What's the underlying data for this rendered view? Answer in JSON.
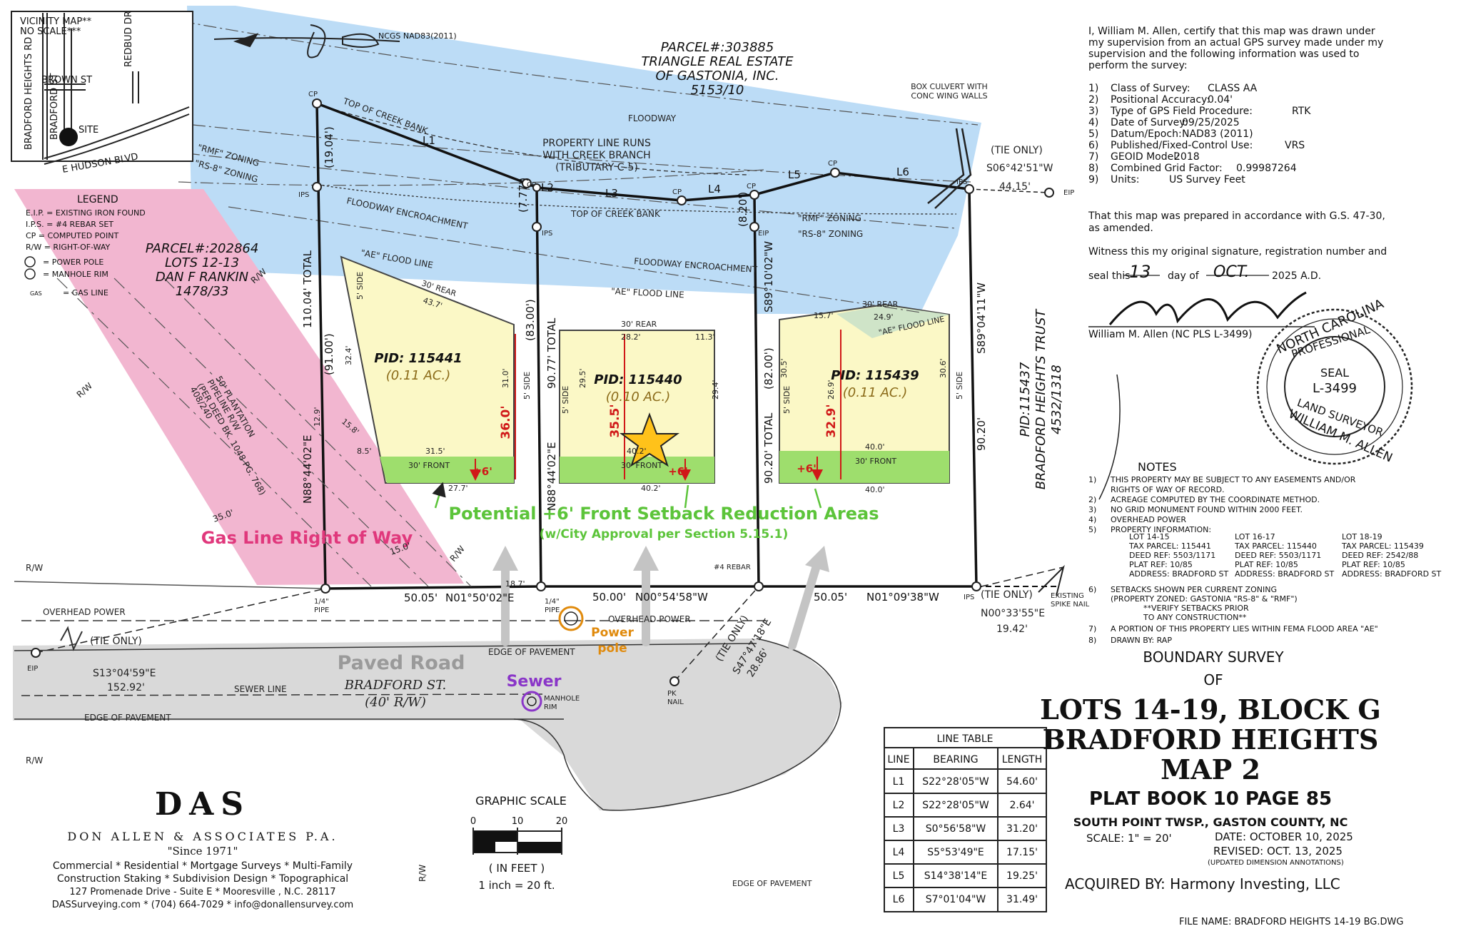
{
  "vicinity": {
    "title": "VICINITY MAP**",
    "scale": "NO SCALE***",
    "streets": [
      "BRADFORD HEIGHTS RD",
      "BRADFORD ST",
      "BROWN ST",
      "REDBUD DR",
      "E HUDSON BLVD"
    ],
    "site": "SITE"
  },
  "north_arrow": {
    "label": "NCGS NAD83(2011)"
  },
  "legend": {
    "title": "LEGEND",
    "items": [
      "E.I.P. = EXISTING IRON FOUND",
      "I.P.S. = #4 REBAR SET",
      "CP = COMPUTED POINT",
      "R/W = RIGHT-OF-WAY",
      "= POWER POLE",
      "= MANHOLE RIM",
      "= GAS LINE"
    ],
    "gas_symbol": "GAS"
  },
  "parcels": {
    "north": [
      "PARCEL#:303885",
      "TRIANGLE REAL ESTATE",
      "OF GASTONIA, INC.",
      "5153/10"
    ],
    "west": [
      "PARCEL#:202864",
      "LOTS 12-13",
      "DAN F RANKIN",
      "1478/33"
    ],
    "east": [
      "PID:115437",
      "BRADFORD HEIGHTS TRUST",
      "4532/1318"
    ]
  },
  "lots": [
    {
      "pid": "PID: 115441",
      "area": "(0.11 AC.)",
      "depth": "36.0'"
    },
    {
      "pid": "PID: 115440",
      "area": "(0.10 AC.)",
      "depth": "35.5'"
    },
    {
      "pid": "PID: 115439",
      "area": "(0.11 AC.)",
      "depth": "32.9'"
    }
  ],
  "lot_dims": [
    "30' REAR",
    "43.7'",
    "32.4'",
    "31.0'",
    "5' SIDE",
    "12.9'",
    "15.8'",
    "8.5'",
    "31.5'",
    "30' FRONT",
    "27.7'",
    "30' REAR",
    "28.2'",
    "11.3'",
    "5' SIDE",
    "29.5'",
    "29.4'",
    "5' SIDE",
    "40.2'",
    "30' FRONT",
    "40.2'",
    "30' REAR",
    "24.9'",
    "15.7'",
    "5' SIDE",
    "30.5'",
    "26.9'",
    "30.6'",
    "5' SIDE",
    "40.0'",
    "30' FRONT",
    "40.0'",
    "18.7'",
    "\"AE\" FLOOD LINE"
  ],
  "plus6": "+6'",
  "annotations": {
    "setback_title": "Potential +6' Front Setback Reduction Areas",
    "setback_sub": "(w/City Approval per Section 5.15.1)",
    "gas_row": "Gas Line Right of Way",
    "paved_road": "Paved Road",
    "sewer": "Sewer",
    "power_pole": [
      "Power",
      "pole"
    ]
  },
  "map_labels": {
    "creek": [
      "PROPERTY LINE RUNS",
      "WITH CREEK BRANCH",
      "(TRIBUTARY C-5)"
    ],
    "top_bank": "TOP OF CREEK BANK",
    "floodway": "FLOODWAY",
    "floodway_enc": "FLOODWAY ENCROACHMENT",
    "ae_flood": "\"AE\" FLOOD LINE",
    "rmf": "\"RMF\" ZONING",
    "rs8": "\"RS-8\" ZONING",
    "box_culvert": [
      "BOX CULVERT WITH",
      "CONC WING WALLS"
    ],
    "tie_only": "(TIE ONLY)",
    "tie_bearing_ne": "S06°42'51\"W",
    "tie_dist_ne": "44.15'",
    "overhead_power": "OVERHEAD POWER",
    "edge_pavement": "EDGE OF PAVEMENT",
    "sewer_line": "SEWER LINE",
    "street": "BRADFORD ST.",
    "row_width": "(40' R/W)",
    "manhole": [
      "MANHOLE",
      "RIM"
    ],
    "pk_nail": [
      "PK",
      "NAIL"
    ],
    "rebar": "#4 REBAR",
    "pipe": [
      "1/4\"",
      "PIPE"
    ],
    "existing_spike": [
      "EXISTING",
      "SPIKE NAIL"
    ],
    "rw": "R/W",
    "eip": "EIP",
    "ips": "IPS",
    "cp": "CP",
    "tie_sw_bearing": "S13°04'59\"E",
    "tie_sw_dist": "152.92'",
    "tie_mid_bearing": "S47°47'18\"E",
    "tie_mid_dist": "28.86'",
    "tie_se_bearing": "N00°33'55\"E",
    "tie_se_dist": "19.42'",
    "pipeline": [
      "50' PLANTATION",
      "PIPELINE R/W",
      "(PER DEED BK. 1048 PG. 768)",
      "408/240"
    ],
    "gas_dims": [
      "35.0'",
      "15.0'"
    ]
  },
  "boundary": {
    "north_lines": [
      "L1",
      "L2",
      "L3",
      "L4",
      "L5",
      "L6"
    ],
    "west_total": "110.04' TOTAL",
    "west_seg": [
      "(19.04')",
      "(91.00')"
    ],
    "west_bearing": "N88°44'02\"E",
    "mid1_total": "90.77' TOTAL",
    "mid1_seg": [
      "(7.77')",
      "(83.00')"
    ],
    "mid1_bearing": "N88°44'02\"E",
    "mid2_total": "90.20' TOTAL",
    "mid2_seg": [
      "(8.20')",
      "(82.00')"
    ],
    "mid2_bearing": "S89°10'02\"W",
    "east_bearing": "S89°04'11\"W",
    "east_dist": "90.20'",
    "front": [
      {
        "dist": "50.05'",
        "bearing": "N01°50'02\"E"
      },
      {
        "dist": "50.00'",
        "bearing": "N00°54'58\"W"
      },
      {
        "dist": "50.05'",
        "bearing": "N01°09'38\"W"
      }
    ]
  },
  "certification": {
    "text": [
      "I, William M. Allen, certify that this map was drawn under",
      "my supervision from an actual GPS survey made under my",
      "supervision and the following information was used to",
      "perform the survey:"
    ],
    "items": [
      {
        "n": "1)",
        "label": "Class of Survey:",
        "value": "CLASS AA"
      },
      {
        "n": "2)",
        "label": "Positional Accuracy:",
        "value": "0.04'"
      },
      {
        "n": "3)",
        "label": "Type of GPS Field Procedure:",
        "value": "RTK"
      },
      {
        "n": "4)",
        "label": "Date of Survey:",
        "value": "09/25/2025"
      },
      {
        "n": "5)",
        "label": "Datum/Epoch:",
        "value": "NAD83 (2011)"
      },
      {
        "n": "6)",
        "label": "Published/Fixed-Control Use:",
        "value": "VRS"
      },
      {
        "n": "7)",
        "label": "GEOID Model:",
        "value": "2018"
      },
      {
        "n": "8)",
        "label": "Combined Grid Factor:",
        "value": "0.99987264"
      },
      {
        "n": "9)",
        "label": "Units:",
        "value": "US Survey Feet"
      }
    ],
    "prepared": [
      "That this map was prepared in accordance with G.S. 47-30,",
      "as amended."
    ],
    "witness": "Witness this my original signature, registration number and",
    "seal_prefix": "seal this",
    "seal_day": "13",
    "seal_mid": "day of",
    "seal_month": "OCT.",
    "seal_year": "2025 A.D.",
    "signer": "William M. Allen (NC PLS L-3499)"
  },
  "seal": {
    "top": "NORTH CAROLINA",
    "ring2": "PROFESSIONAL",
    "center": [
      "SEAL",
      "L-3499"
    ],
    "ring3": "LAND SURVEYOR",
    "bottom": "WILLIAM M. ALLEN"
  },
  "notes": {
    "title": "NOTES",
    "items": [
      {
        "n": "1)",
        "lines": [
          "THIS PROPERTY MAY BE SUBJECT TO ANY EASEMENTS AND/OR",
          "RIGHTS OF WAY OF RECORD."
        ]
      },
      {
        "n": "2)",
        "lines": [
          "ACREAGE COMPUTED BY THE COORDINATE METHOD."
        ]
      },
      {
        "n": "3)",
        "lines": [
          "NO GRID MONUMENT FOUND WITHIN 2000 FEET."
        ]
      },
      {
        "n": "4)",
        "lines": [
          "OVERHEAD POWER"
        ]
      },
      {
        "n": "5)",
        "lines": [
          "PROPERTY INFORMATION:"
        ]
      }
    ],
    "property_cols": [
      [
        "LOT 14-15",
        "TAX PARCEL: 115441",
        "DEED REF: 5503/1171",
        "PLAT REF: 10/85",
        "ADDRESS: BRADFORD ST"
      ],
      [
        "LOT 16-17",
        "TAX PARCEL: 115440",
        "DEED REF: 5503/1171",
        "PLAT REF: 10/85",
        "ADDRESS: BRADFORD ST"
      ],
      [
        "LOT 18-19",
        "TAX PARCEL: 115439",
        "DEED REF: 2542/88",
        "PLAT REF: 10/85",
        "ADDRESS: BRADFORD ST"
      ]
    ],
    "items_after": [
      {
        "n": "6)",
        "lines": [
          "SETBACKS SHOWN PER CURRENT ZONING",
          "(PROPERTY ZONED: GASTONIA \"RS-8\" & \"RMF\")",
          "**VERIFY SETBACKS PRIOR",
          "TO ANY CONSTRUCTION**"
        ]
      },
      {
        "n": "7)",
        "lines": [
          "A PORTION OF THIS PROPERTY LIES WITHIN FEMA FLOOD AREA \"AE\""
        ]
      },
      {
        "n": "8)",
        "lines": [
          "DRAWN BY: RAP"
        ]
      }
    ]
  },
  "title_block": {
    "line1": "BOUNDARY SURVEY",
    "line2": "OF",
    "main": [
      "LOTS 14-19, BLOCK G",
      "BRADFORD HEIGHTS",
      "MAP 2"
    ],
    "plat": "PLAT BOOK 10 PAGE 85",
    "township": "SOUTH POINT TWSP., GASTON COUNTY, NC",
    "scale": "SCALE:    1\" = 20'",
    "date": "DATE: OCTOBER 10, 2025",
    "revised": "REVISED: OCT. 13, 2025",
    "revised_note": "(UPDATED DIMENSION ANNOTATIONS)",
    "acquired": "ACQUIRED BY:  Harmony Investing, LLC",
    "file": "FILE NAME: BRADFORD HEIGHTS 14-19 BG.DWG"
  },
  "line_table": {
    "title": "LINE TABLE",
    "headers": [
      "LINE",
      "BEARING",
      "LENGTH"
    ],
    "rows": [
      [
        "L1",
        "S22°28'05\"W",
        "54.60'"
      ],
      [
        "L2",
        "S22°28'05\"W",
        "2.64'"
      ],
      [
        "L3",
        "S0°56'58\"W",
        "31.20'"
      ],
      [
        "L4",
        "S5°53'49\"E",
        "17.15'"
      ],
      [
        "L5",
        "S14°38'14\"E",
        "19.25'"
      ],
      [
        "L6",
        "S7°01'04\"W",
        "31.49'"
      ]
    ]
  },
  "graphic_scale": {
    "title": "GRAPHIC SCALE",
    "ticks": [
      "0",
      "10",
      "20"
    ],
    "units": "( IN FEET )",
    "ratio": "1 inch =  20  ft."
  },
  "firm": {
    "logo": "DAS",
    "name": "DON ALLEN & ASSOCIATES P.A.",
    "since": "\"Since 1971\"",
    "services1": "Commercial * Residential * Mortgage Surveys * Multi-Family",
    "services2": "Construction Staking * Subdivision Design * Topographical",
    "address": "127 Promenade Drive - Suite E * Mooresville , N.C. 28117",
    "contact": "DASSurveying.com * (704) 664-7029 * info@donallensurvey.com"
  },
  "colors": {
    "floodway": "#bcdcf6",
    "gas_row": "#f2b6d0",
    "lot_fill": "#fbf8c6",
    "front_setback": "#9ede6d",
    "road": "#d9d9d9",
    "dim_red": "#d01818",
    "green_text": "#5cc43a",
    "pink_text": "#e0387c",
    "sewer": "#8a36c8",
    "power": "#e08a0c"
  }
}
